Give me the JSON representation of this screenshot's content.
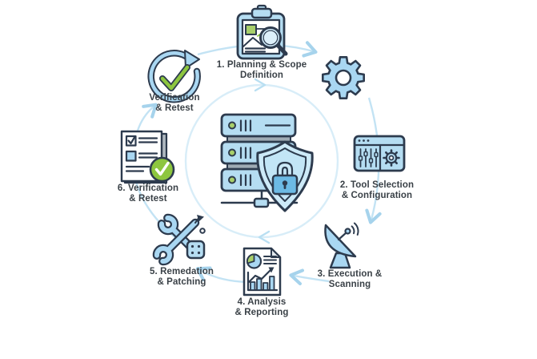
{
  "diagram": {
    "type": "cycle-diagram",
    "subject": "security-testing-lifecycle",
    "center_icon": "server-shield-lock-icon"
  },
  "palette": {
    "background": "#ffffff",
    "icon_blue": "#a9d7f2",
    "icon_blue_light": "#c9e7f7",
    "outline_dark": "#2d3b4e",
    "arc_blue": "#c3e3f4",
    "green": "#8dc63f",
    "text": "#3a4147"
  },
  "labels": {
    "verification_badge": {
      "line1": "Verification",
      "line2": "& Retest"
    },
    "step1": {
      "line1": "1. Planning & Scope",
      "line2": "Definition"
    },
    "step2": {
      "line1": "2. Tool Selection",
      "line2": "& Configuration"
    },
    "step3": {
      "line1": "3. Execution &",
      "line2": "Scanning"
    },
    "step4": {
      "line1": "4. Analysis",
      "line2": "& Reporting"
    },
    "step5": {
      "line1": "5. Remedation",
      "line2": "& Patching"
    },
    "step6": {
      "line1": "6. Verification",
      "line2": "& Retest"
    }
  },
  "icons": {
    "step1": "clipboard-magnifier-icon",
    "step2": "settings-window-icon",
    "step3": "satellite-dish-icon",
    "step4": "report-document-icon",
    "step5": "wrench-patch-icon",
    "step6": "checklist-check-icon",
    "badge": "refresh-check-icon",
    "right_top": "gear-icon",
    "center": "server-shield-lock-icon"
  }
}
